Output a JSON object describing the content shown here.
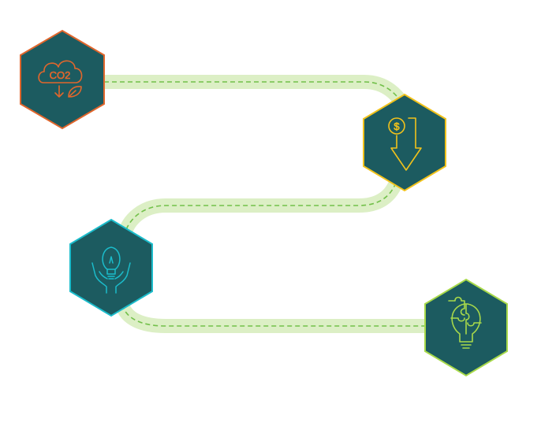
{
  "colors": {
    "background": "#ffffff",
    "hex_fill": "#1c5b60",
    "path_band": "#dcefc5",
    "path_dash": "#72c04a",
    "co2_accent": "#e0662c",
    "cost_accent": "#f1c21b",
    "idea_accent": "#1bbccb",
    "innovation_accent": "#a8d94a"
  },
  "nodes": [
    {
      "id": "co2-reduction",
      "icon": "co2-cloud-leaf-icon",
      "icon_text": "CO2",
      "accent": "#e0662c"
    },
    {
      "id": "cost-reduction",
      "icon": "dollar-down-arrow-icon",
      "icon_text": "$",
      "accent": "#f1c21b"
    },
    {
      "id": "idea-care",
      "icon": "lightbulb-hands-icon",
      "accent": "#1bbccb"
    },
    {
      "id": "innovation",
      "icon": "puzzle-lightbulb-icon",
      "accent": "#a8d94a"
    }
  ]
}
